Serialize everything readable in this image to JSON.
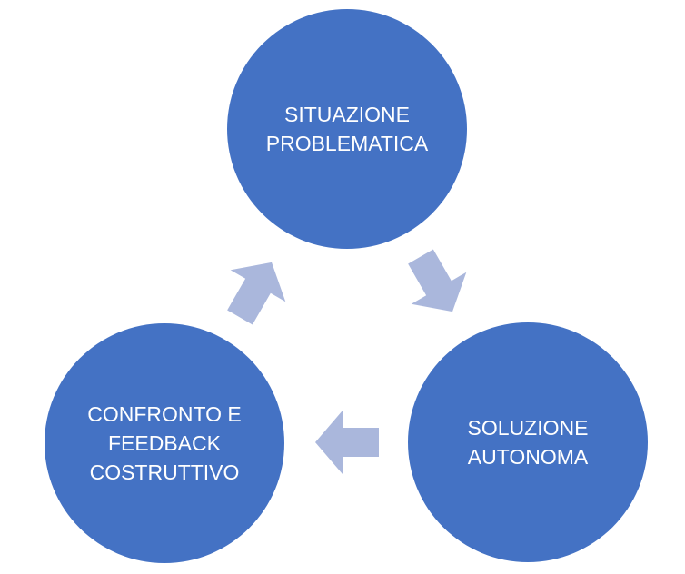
{
  "diagram": {
    "colors": {
      "circle": "#4472c4",
      "arrow": "#aab7dc",
      "text": "#ffffff",
      "background": "#ffffff"
    },
    "nodes": [
      {
        "id": "situazione",
        "label": "SITUAZIONE\nPROBLEMATICA"
      },
      {
        "id": "soluzione",
        "label": "SOLUZIONE\nAUTONOMA"
      },
      {
        "id": "confronto",
        "label": "CONFRONTO E\nFEEDBACK\nCOSTRUTTIVO"
      }
    ],
    "flow": [
      "situazione",
      "soluzione",
      "confronto",
      "situazione"
    ]
  }
}
